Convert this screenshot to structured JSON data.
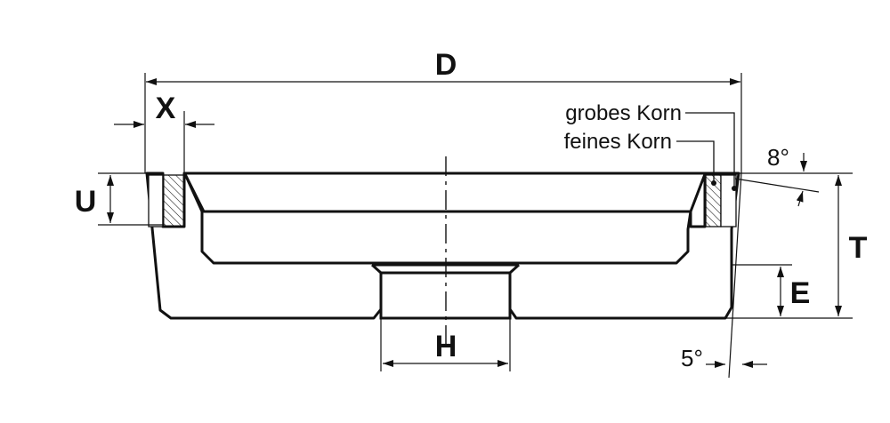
{
  "labels": {
    "D": "D",
    "X": "X",
    "U": "U",
    "T": "T",
    "E": "E",
    "H": "H",
    "angle_top": "8°",
    "angle_bottom": "5°",
    "grobes_korn": "grobes Korn",
    "feines_korn": "feines Korn"
  }
}
